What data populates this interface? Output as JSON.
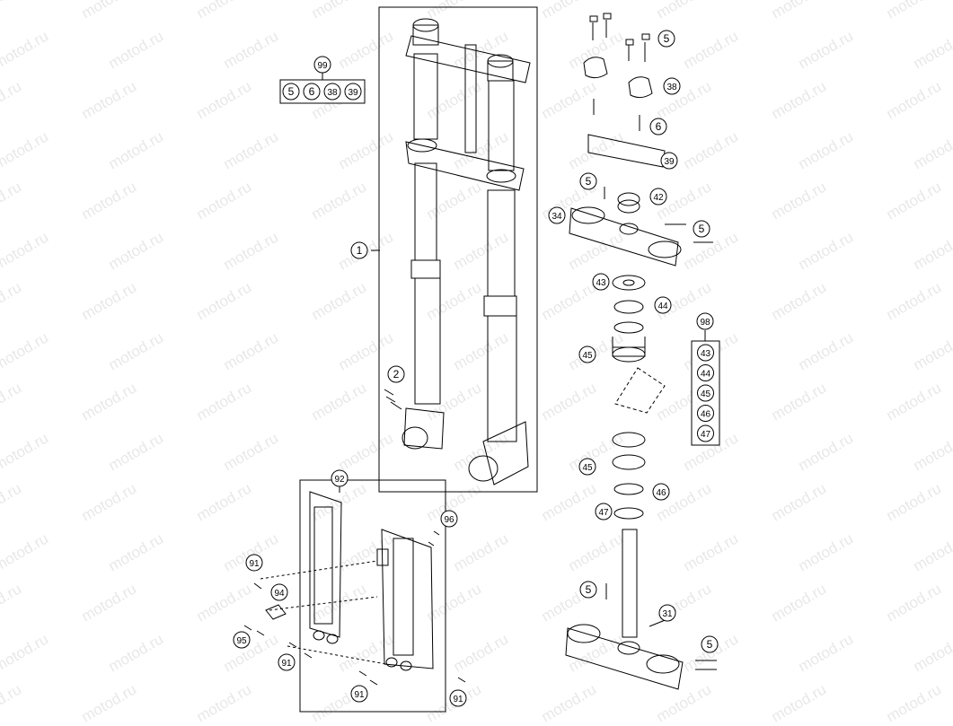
{
  "watermark": {
    "text": "motod.ru"
  },
  "callouts": [
    {
      "id": "c1",
      "label": "1"
    },
    {
      "id": "c2",
      "label": "2"
    },
    {
      "id": "c5a",
      "label": "5"
    },
    {
      "id": "c38",
      "label": "38"
    },
    {
      "id": "c6",
      "label": "6"
    },
    {
      "id": "c39",
      "label": "39"
    },
    {
      "id": "c5b",
      "label": "5"
    },
    {
      "id": "c42",
      "label": "42"
    },
    {
      "id": "c34",
      "label": "34"
    },
    {
      "id": "c5c",
      "label": "5"
    },
    {
      "id": "c43",
      "label": "43"
    },
    {
      "id": "c44",
      "label": "44"
    },
    {
      "id": "c45a",
      "label": "45"
    },
    {
      "id": "c45b",
      "label": "45"
    },
    {
      "id": "c46",
      "label": "46"
    },
    {
      "id": "c47",
      "label": "47"
    },
    {
      "id": "c5d",
      "label": "5"
    },
    {
      "id": "c31",
      "label": "31"
    },
    {
      "id": "c5e",
      "label": "5"
    },
    {
      "id": "c92",
      "label": "92"
    },
    {
      "id": "c96",
      "label": "96"
    },
    {
      "id": "c91a",
      "label": "91"
    },
    {
      "id": "c94",
      "label": "94"
    },
    {
      "id": "c95",
      "label": "95"
    },
    {
      "id": "c91b",
      "label": "91"
    },
    {
      "id": "c91c",
      "label": "91"
    },
    {
      "id": "c91d",
      "label": "91"
    }
  ],
  "kits": [
    {
      "id": "k99",
      "label": "99",
      "items": [
        "5",
        "6",
        "38",
        "39"
      ]
    },
    {
      "id": "k98",
      "label": "98",
      "items": [
        "43",
        "44",
        "45",
        "46",
        "47"
      ]
    }
  ]
}
